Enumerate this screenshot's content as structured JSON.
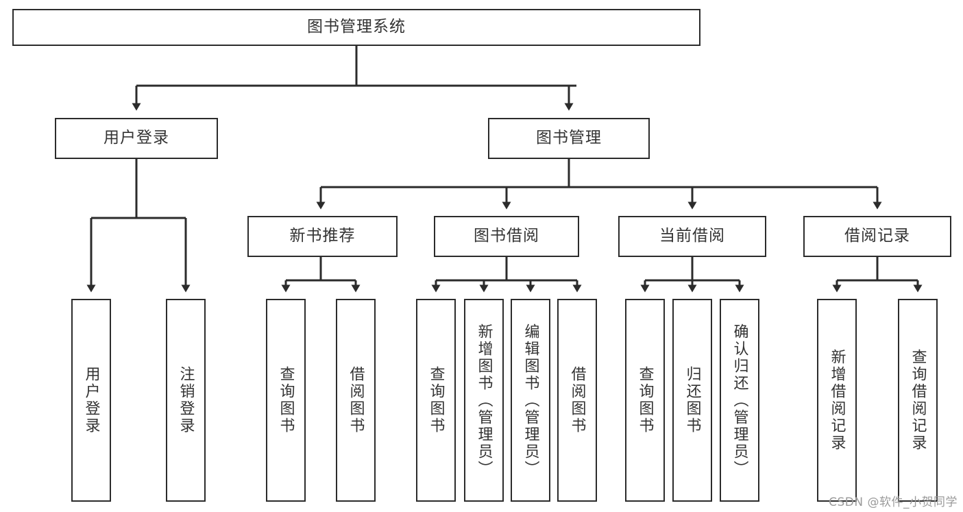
{
  "diagram": {
    "title": "图书管理系统",
    "type": "tree-hierarchy",
    "root": {
      "label": "图书管理系统"
    },
    "level2": [
      {
        "label": "用户登录"
      },
      {
        "label": "图书管理"
      }
    ],
    "level3": [
      {
        "label": "新书推荐"
      },
      {
        "label": "图书借阅"
      },
      {
        "label": "当前借阅"
      },
      {
        "label": "借阅记录"
      }
    ],
    "leaves": {
      "user_login": [
        {
          "label": "用户登录"
        },
        {
          "label": "注销登录"
        }
      ],
      "new_book_recommend": [
        {
          "label": "查询图书"
        },
        {
          "label": "借阅图书"
        }
      ],
      "book_borrow": [
        {
          "label": "查询图书"
        },
        {
          "label": "新增图书（管理员）"
        },
        {
          "label": "编辑图书（管理员）"
        },
        {
          "label": "借阅图书"
        }
      ],
      "current_borrow": [
        {
          "label": "查询图书"
        },
        {
          "label": "归还图书"
        },
        {
          "label": "确认归还（管理员）"
        }
      ],
      "borrow_record": [
        {
          "label": "新增借阅记录"
        },
        {
          "label": "查询借阅记录"
        }
      ]
    }
  },
  "watermark": {
    "text": "CSDN @软件_小贺同学"
  },
  "colors": {
    "stroke": "#2b2b2b",
    "text": "#333333",
    "background": "#ffffff",
    "watermark": "#9a9a9a"
  }
}
